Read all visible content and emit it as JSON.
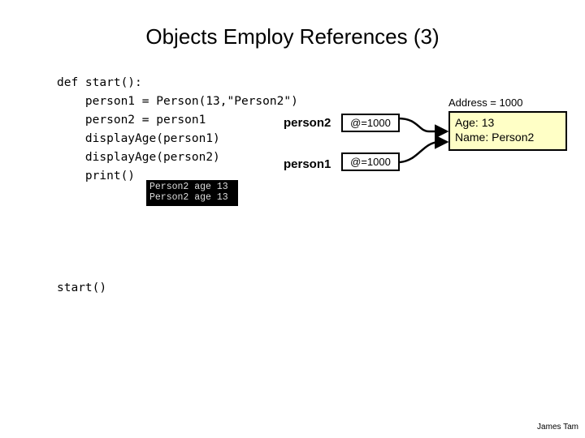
{
  "title": "Objects Employ References (3)",
  "code": [
    "def start():",
    "    person1 = Person(13,\"Person2\")",
    "    person2 = person1",
    "    displayAge(person1)",
    "    displayAge(person2)",
    "    print()"
  ],
  "call": "start()",
  "console": [
    "Person2 age 13",
    "Person2 age 13"
  ],
  "diagram": {
    "person2_label": "person2",
    "person2_ref": "@=1000",
    "person1_label": "person1",
    "person1_ref": "@=1000",
    "address": "Address = 1000",
    "object_age": "Age: 13",
    "object_name": "Name: Person2",
    "object_fill": "#ffffc6"
  },
  "author": "James Tam"
}
